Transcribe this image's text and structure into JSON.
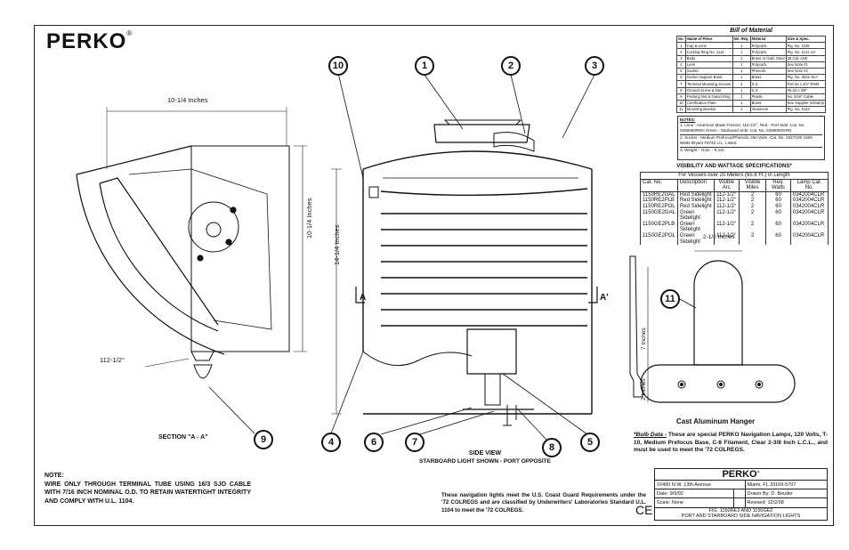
{
  "logo": {
    "text": "PERKO",
    "mark": "®"
  },
  "dims": {
    "top_width": "10-1/4 Inches",
    "side_height": "10-1/4 Inches",
    "body_height": "14-1/4 Inches",
    "arc": "112-1/2°",
    "section_a_left": "A",
    "section_a_right": "A'",
    "hanger_width": "2-1/2 Inches",
    "hanger_height": "7 Inches",
    "hanger_base": "2 Inches"
  },
  "labels": {
    "section": "SECTION \"A - A\"",
    "side_view": "SIDE VIEW",
    "starboard": "STARBOARD LIGHT SHOWN - PORT OPPOSITE",
    "hanger": "Cast Aluminum Hanger"
  },
  "callouts": [
    "1",
    "2",
    "3",
    "4",
    "5",
    "6",
    "7",
    "8",
    "9",
    "10",
    "11"
  ],
  "note": {
    "title": "NOTE:",
    "text": "WIRE ONLY THROUGH TERMINAL TUBE USING 16/3 SJO CABLE WITH 7/16 INCH NOMINAL O.D. TO RETAIN WATERTIGHT INTEGRITY AND COMPLY WITH U.L. 1104."
  },
  "compliance": "These navigation lights meet the U.S. Coast Guard Requirements under the '72 COLREGS and are classified by Underwriters' Laboratories Standard U.L. 1104 to meet the '72 COLREGS.",
  "bulb": {
    "label": "*Bulb Data -",
    "text": "These are special PERKO Navigation Lamps, 120 Volts, T-10, Medium Prefocus Base, C-8 Filament, Clear 2-3/8 Inch L.C.L., and must be used to meet the '72 COLREGS."
  },
  "bom": {
    "title": "Bill of Material",
    "headers": [
      "No.",
      "Name of Piece",
      "No. Req.",
      "Material",
      "Size & Spec."
    ],
    "rows": [
      [
        "1",
        "Cap & Lens",
        "1",
        "Polycarb.",
        "Pig. No. 1156"
      ],
      [
        "2",
        "Locking Ring No. 1114",
        "1",
        "Polycarb.",
        "Pig. No. 1141-1A"
      ],
      [
        "3",
        "Body",
        "1",
        "Brass or Galv. Steel",
        "30 Gal. ASE"
      ],
      [
        "4",
        "Lens",
        "1",
        "Polycarb.",
        "See Note #1"
      ],
      [
        "5",
        "Socket",
        "1",
        "Phenolic",
        "See Note #2"
      ],
      [
        "6",
        "Socket Support Band",
        "1",
        "Brass",
        "Pig. No. 0531-91A"
      ],
      [
        "7",
        "Terminal Mounting Screws",
        "2",
        "S.S.",
        "#10-32 x 3/4\" RHM"
      ],
      [
        "8",
        "Ground Screw & Nut",
        "1",
        "S.S.",
        "#6-32 x 3/8\""
      ],
      [
        "9",
        "Packing Nut & Gland Ring",
        "1",
        "Plastic",
        "No. 5/16\" Cable"
      ],
      [
        "10",
        "Certification Plate",
        "1",
        "Brass",
        "See Supplier w/Stamp"
      ],
      [
        "11",
        "Mounting Bracket",
        "1",
        "Aluminum",
        "Pig. No. 0142"
      ]
    ]
  },
  "notes_box": {
    "title": "NOTES:",
    "lens": "1. Lens - American Made Fresnel, 112-1/2°, Red - Port Side: Cat. No. 0258000RED Green - Starboard Side: Cat. No. 0258000GRN",
    "socket": "2. Socket - Medium Prefocus/Phenolic 250 Volts -Cat. No. 0347A00 1500 Watts Bryant #3743 U.L. Listed",
    "weight": "3. Weight - 7Lbs. - 8 ozs"
  },
  "visibility": {
    "title": "VISIBILITY AND WATTAGE SPECIFICATIONS*",
    "subtitle": "For Vessels over 20 Meters (65.6 Ft.) in Length",
    "headers": [
      "Cat. No.",
      "Description",
      "Visible Arc",
      "Visible Miles",
      "Req. Watts",
      "Lamp Cat. No."
    ],
    "rows": [
      [
        "1150RE2GAL",
        "Red Sidelight",
        "112-1/2°",
        "2",
        "60",
        "0342004CLR"
      ],
      [
        "1150RE2PLB",
        "Red Sidelight",
        "112-1/2°",
        "2",
        "60",
        "0342004CLR"
      ],
      [
        "1150RE2POL",
        "Red Sidelight",
        "112-1/2°",
        "2",
        "60",
        "0342004CLR"
      ],
      [
        "1150GE2GAL",
        "Green Sidelight",
        "112-1/2°",
        "2",
        "60",
        "0342004CLR"
      ],
      [
        "1150GE2PLB",
        "Green Sidelight",
        "112-1/2°",
        "2",
        "60",
        "0342004CLR"
      ],
      [
        "1150GE2POL",
        "Green Sidelight",
        "112-1/2°",
        "2",
        "60",
        "0342004CLR"
      ]
    ]
  },
  "title_block": {
    "company": "PERKO",
    "company_mark": "®",
    "address": "16490 N.W. 13th Avenue",
    "city": "Miami, FL 33169-5707",
    "date": "Date: 9/9/92",
    "drawn": "Drawn By: D. Beutler",
    "scale": "Scale: None",
    "revised": "Revised: 12/2/08",
    "fig": "FIG. 1150RE2 AND 1150GE2",
    "desc": "PORT AND STARBOARD SIDE NAVIGATION LIGHTS",
    "ce": "CE"
  }
}
